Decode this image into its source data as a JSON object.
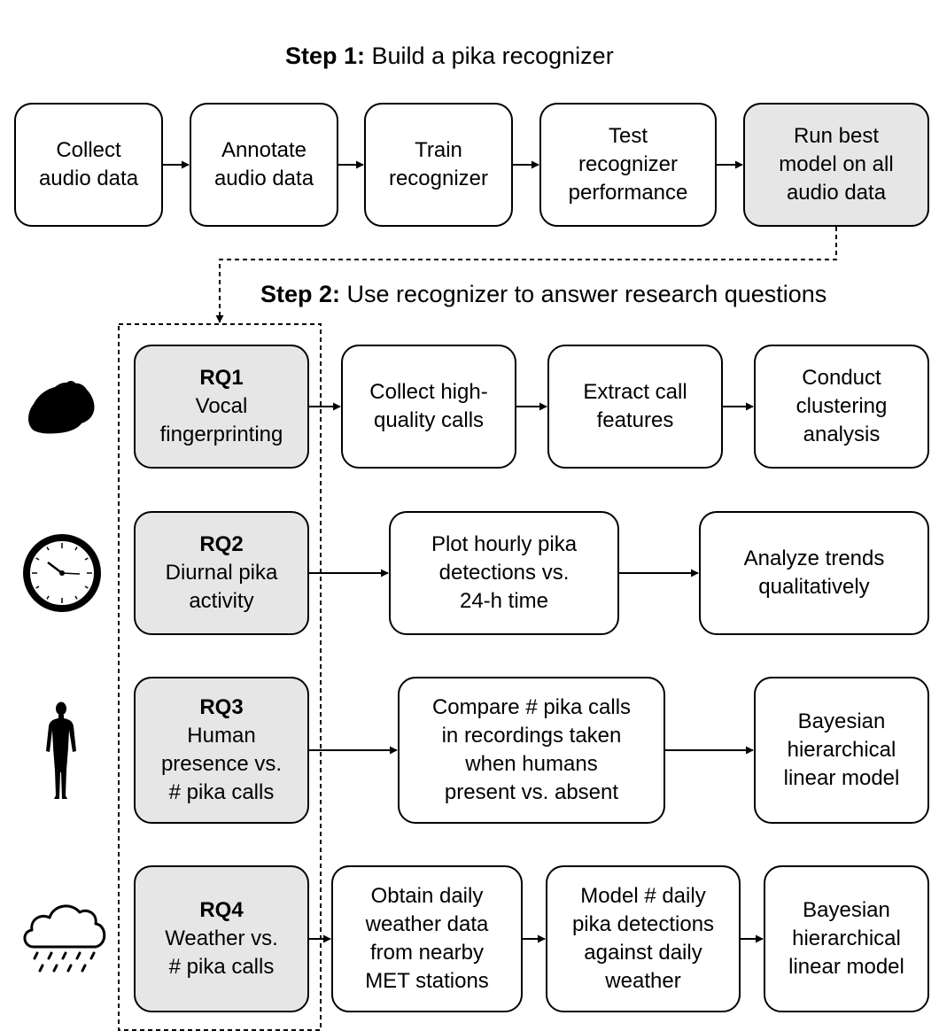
{
  "step1": {
    "label": "Step 1:",
    "text": " Build a pika recognizer"
  },
  "step2": {
    "label": "Step 2:",
    "text": " Use recognizer to answer research questions"
  },
  "pipeline": [
    {
      "lines": [
        "Collect",
        "audio data"
      ]
    },
    {
      "lines": [
        "Annotate",
        "audio data"
      ]
    },
    {
      "lines": [
        "Train",
        "recognizer"
      ]
    },
    {
      "lines": [
        "Test",
        "recognizer",
        "performance"
      ]
    },
    {
      "lines": [
        "Run best",
        "model on all",
        "audio data"
      ]
    }
  ],
  "questions": [
    {
      "icon": "pika-icon",
      "rq": {
        "id": "RQ1",
        "lines": [
          "Vocal",
          "fingerprinting"
        ]
      },
      "steps": [
        {
          "lines": [
            "Collect high-",
            "quality calls"
          ]
        },
        {
          "lines": [
            "Extract call",
            "features"
          ]
        },
        {
          "lines": [
            "Conduct",
            "clustering",
            "analysis"
          ]
        }
      ]
    },
    {
      "icon": "clock-icon",
      "rq": {
        "id": "RQ2",
        "lines": [
          "Diurnal pika",
          "activity"
        ]
      },
      "steps": [
        {
          "lines": [
            "Plot hourly pika",
            "detections vs.",
            "24-h time"
          ]
        },
        {
          "lines": [
            "Analyze trends",
            "qualitatively"
          ]
        }
      ]
    },
    {
      "icon": "human-icon",
      "rq": {
        "id": "RQ3",
        "lines": [
          "Human",
          "presence vs.",
          "# pika calls"
        ]
      },
      "steps": [
        {
          "lines": [
            "Compare # pika calls",
            "in recordings taken",
            "when humans",
            "present vs. absent"
          ]
        },
        {
          "lines": [
            "Bayesian",
            "hierarchical",
            "linear model"
          ]
        }
      ]
    },
    {
      "icon": "rain-cloud-icon",
      "rq": {
        "id": "RQ4",
        "lines": [
          "Weather vs.",
          "# pika calls"
        ]
      },
      "steps": [
        {
          "lines": [
            "Obtain daily",
            "weather data",
            "from nearby",
            "MET stations"
          ]
        },
        {
          "lines": [
            "Model # daily",
            "pika detections",
            "against daily",
            "weather"
          ]
        },
        {
          "lines": [
            "Bayesian",
            "hierarchical",
            "linear model"
          ]
        }
      ]
    }
  ],
  "colors": {
    "rq_fill": "#e6e6e6",
    "best_model_fill": "#e6e6e6",
    "line": "#000000"
  }
}
